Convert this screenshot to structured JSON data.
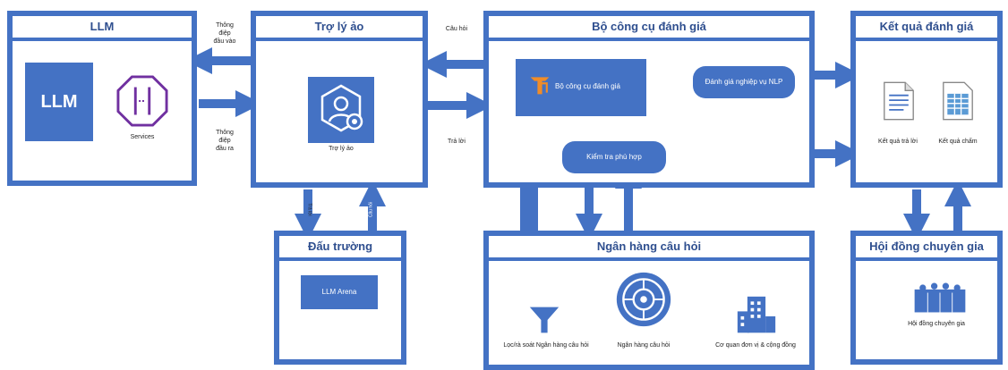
{
  "boxes": {
    "llm": {
      "title": "LLM",
      "logo": "LLM",
      "services": "Services"
    },
    "assistant": {
      "title": "Trợ lý ảo",
      "icon_label": "Trợ lý ảo"
    },
    "arena": {
      "title": "Đấu trường",
      "inner": "LLM Arena"
    },
    "toolkit": {
      "title": "Bộ công cụ đánh giá",
      "main": "Bộ công cụ đánh giá",
      "nlp": "Đánh giá nghiệp vụ NLP",
      "check": "Kiểm tra phù hợp"
    },
    "results": {
      "title": "Kết quả đánh giá",
      "answer": "Kết quả trả lời",
      "score": "Kết quả chấm"
    },
    "bank": {
      "title": "Ngân hàng câu hỏi",
      "filter": "Lọc/rà soát Ngân hàng câu hỏi",
      "bank": "Ngân hàng câu hỏi",
      "org": "Cơ quan đơn vị & cộng đồng"
    },
    "council": {
      "title": "Hội đồng chuyên gia",
      "label": "Hội đồng chuyên gia"
    }
  },
  "edges": {
    "input_line1": "Thông",
    "input_line2": "điệp",
    "input_line3": "đầu vào",
    "output_line1": "Thông",
    "output_line2": "điệp",
    "output_line3": "đầu ra",
    "question": "Câu hỏi",
    "answer": "Trả lời",
    "arena_answer": "Trả lời",
    "arena_question": "Câu hỏi"
  },
  "colors": {
    "primary": "#4472c4",
    "accent": "#7030a0",
    "orange": "#f08c28"
  }
}
